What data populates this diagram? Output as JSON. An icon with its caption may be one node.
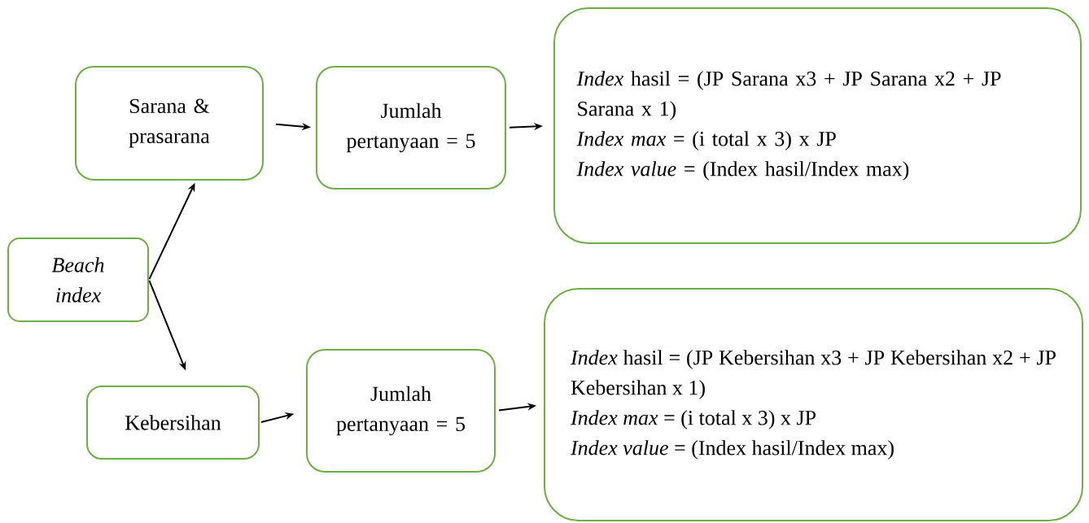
{
  "diagram": {
    "nodes": [
      {
        "text": [
          "Beach index"
        ]
      },
      {
        "text": [
          "Sarana & prasarana"
        ]
      },
      {
        "text": [
          "Jumlah pertanyaan = 5"
        ]
      },
      {
        "text": [
          "*Index* hasil = (JP Sarana x3 + JP Sarana x2 + JP Sarana x 1)",
          "*Index max* = (i total x 3) x JP",
          "*Index value* = (Index hasil/Index max)"
        ]
      },
      {
        "text": [
          "Kebersihan"
        ]
      },
      {
        "text": [
          "Jumlah pertanyaan = 5"
        ]
      },
      {
        "text": [
          "*Index* hasil = (JP Kebersihan x3 + JP Kebersihan x2 + JP Kebersihan x 1)",
          "*Index max* = (i total x 3) x JP",
          "*Index value* = (Index hasil/Index max)"
        ]
      }
    ],
    "edges": [
      {
        "from": 0,
        "to": 1,
        "arrow": "to"
      },
      {
        "from": 0,
        "to": 4,
        "arrow": "to"
      },
      {
        "from": 1,
        "to": 2,
        "arrow": "to"
      },
      {
        "from": 2,
        "to": 3,
        "arrow": "to"
      },
      {
        "from": 4,
        "to": 5,
        "arrow": "to"
      },
      {
        "from": 5,
        "to": 6,
        "arrow": "to"
      }
    ]
  }
}
